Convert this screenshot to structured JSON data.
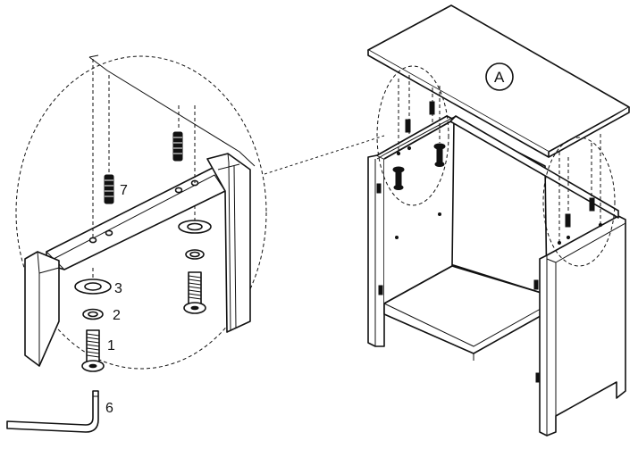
{
  "diagram": {
    "callout_labels": [
      "7",
      "3",
      "2",
      "1",
      "6"
    ],
    "part_label": "A",
    "colors": {
      "line": "#111111",
      "background": "#ffffff"
    },
    "icons": [
      "screw-icon",
      "washer-icon",
      "spring-washer-icon",
      "allen-key-icon",
      "dowel-icon"
    ]
  }
}
